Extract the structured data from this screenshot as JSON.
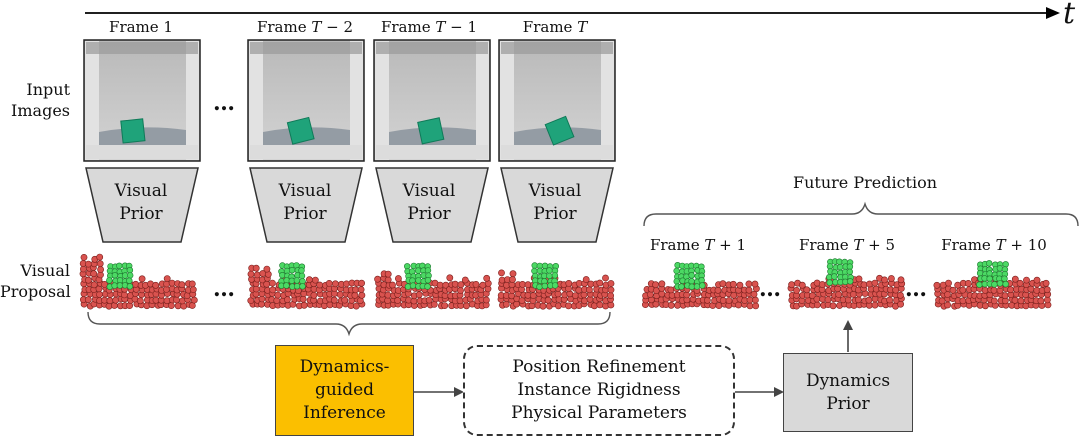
{
  "axis": {
    "label": "t"
  },
  "row_labels": {
    "input": "Input Images",
    "input_line1": "Input",
    "input_line2": "Images",
    "proposal_line1": "Visual",
    "proposal_line2": "Proposal"
  },
  "input_frames": [
    {
      "name": "Frame 1",
      "prefix": "Frame ",
      "var": "1",
      "suffix": ""
    },
    {
      "name": "Frame T − 2",
      "prefix": "Frame ",
      "var": "T",
      "suffix": " − 2"
    },
    {
      "name": "Frame T − 1",
      "prefix": "Frame ",
      "var": "T",
      "suffix": " − 1"
    },
    {
      "name": "Frame T",
      "prefix": "Frame ",
      "var": "T",
      "suffix": ""
    }
  ],
  "ellipsis": "…",
  "visual_prior": {
    "line1": "Visual",
    "line2": "Prior"
  },
  "future": {
    "title": "Future Prediction",
    "frames": [
      {
        "prefix": "Frame ",
        "var": "T",
        "suffix": " + 1"
      },
      {
        "prefix": "Frame ",
        "var": "T",
        "suffix": " + 5"
      },
      {
        "prefix": "Frame ",
        "var": "T",
        "suffix": " + 10"
      }
    ]
  },
  "inference": {
    "line1": "Dynamics-",
    "line2": "guided",
    "line3": "Inference",
    "color": "#FBBF00"
  },
  "refinement": {
    "line1": "Position Refinement",
    "line2": "Instance Rigidness",
    "line3": "Physical Parameters"
  },
  "dynamics_prior": {
    "line1": "Dynamics",
    "line2": "Prior",
    "color": "#D9D9D9"
  },
  "colors": {
    "particle_red": "#D9534F",
    "particle_green": "#4CD964",
    "cube": "#1FA37A",
    "prior_fill": "#D9D9D9"
  }
}
